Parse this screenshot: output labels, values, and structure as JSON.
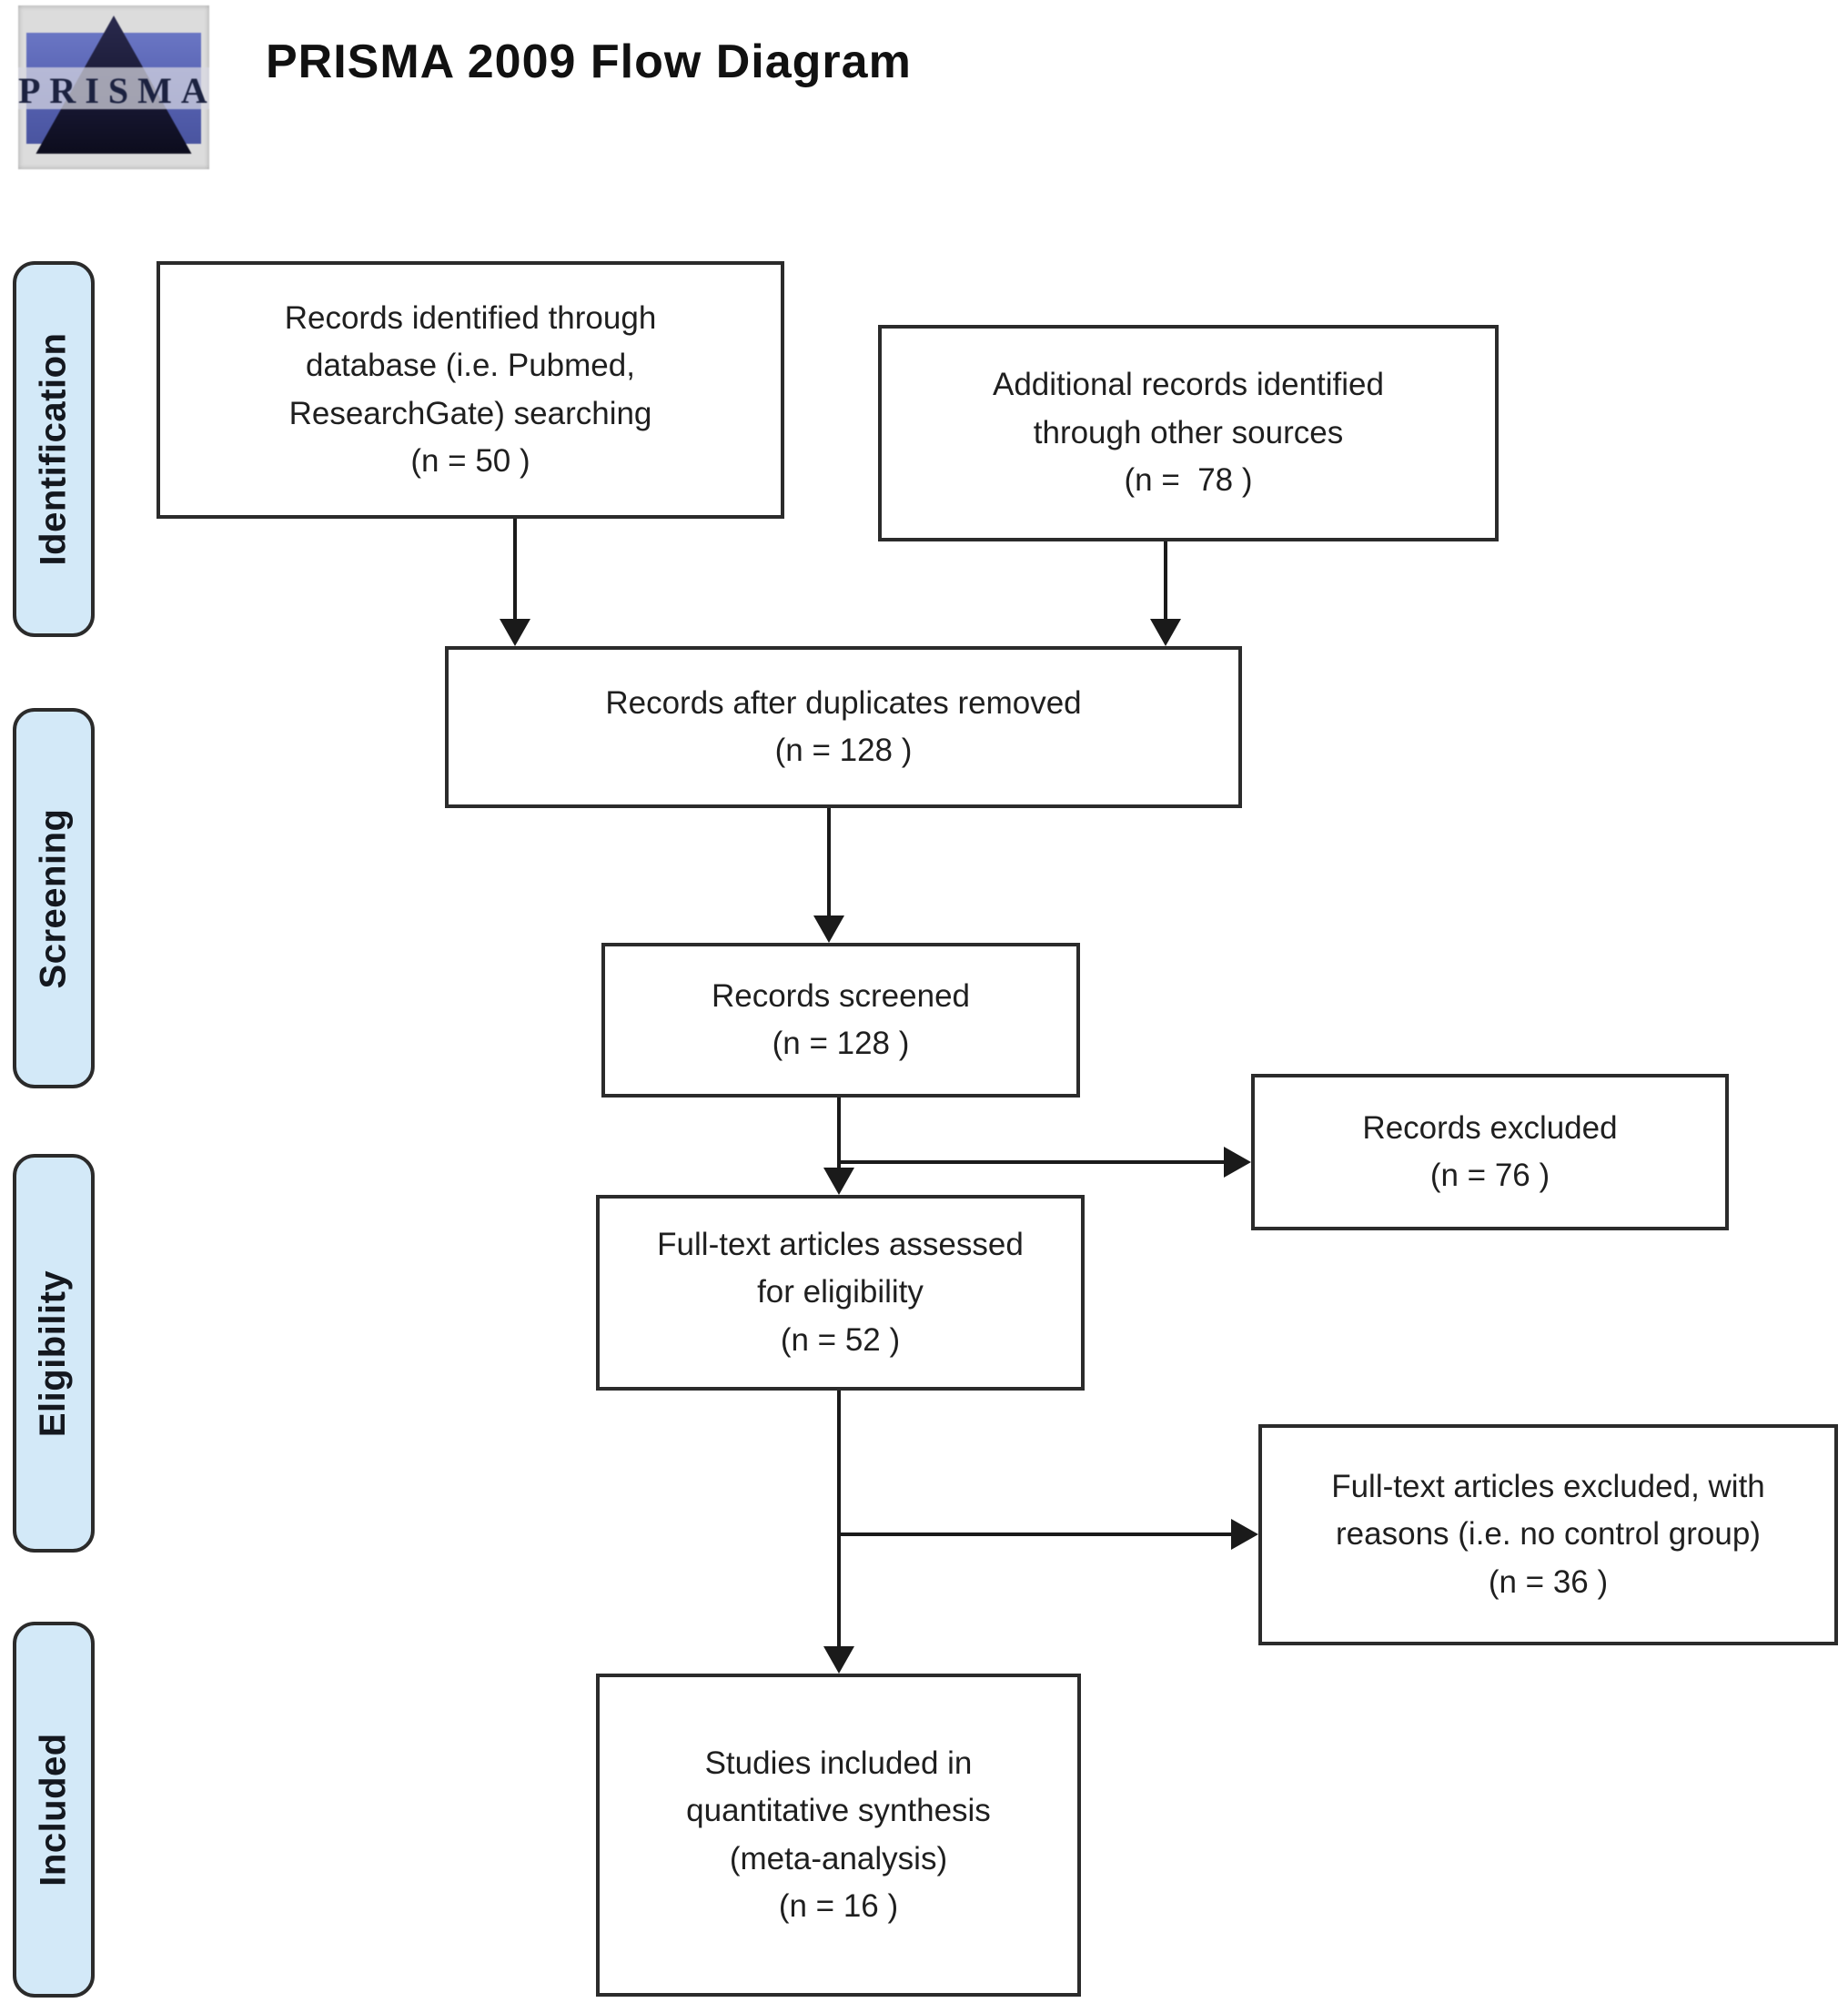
{
  "header": {
    "title": "PRISMA 2009 Flow Diagram",
    "logo_text": "PRISMA"
  },
  "stages": [
    {
      "id": "identification",
      "label": "Identification"
    },
    {
      "id": "screening",
      "label": "Screening"
    },
    {
      "id": "eligibility",
      "label": "Eligibility"
    },
    {
      "id": "included",
      "label": "Included"
    }
  ],
  "flow": {
    "boxes": [
      {
        "id": "records-identified",
        "n": 50,
        "text": "Records identified through\ndatabase (i.e. Pubmed,\nResearchGate) searching\n(n = 50 )"
      },
      {
        "id": "additional-records",
        "n": 78,
        "text": "Additional records identified\nthrough other sources\n(n =  78 )"
      },
      {
        "id": "duplicates-removed",
        "n": 128,
        "text": "Records after duplicates removed\n(n = 128 )"
      },
      {
        "id": "records-screened",
        "n": 128,
        "text": "Records screened\n(n = 128 )"
      },
      {
        "id": "records-excluded",
        "n": 76,
        "text": "Records excluded\n(n = 76 )"
      },
      {
        "id": "fulltext-assessed",
        "n": 52,
        "text": "Full-text articles assessed\nfor eligibility\n(n = 52 )"
      },
      {
        "id": "fulltext-excluded",
        "n": 36,
        "text": "Full-text articles excluded, with\nreasons (i.e. no control group)\n(n = 36 )"
      },
      {
        "id": "studies-included",
        "n": 16,
        "text": "Studies included in\nquantitative synthesis\n(meta-analysis)\n(n = 16 )"
      }
    ]
  },
  "colors": {
    "stage_fill": "#d3e9f8",
    "stage_border": "#2b2b2b",
    "box_border": "#2b2b2b",
    "arrow": "#1a1a1a",
    "logo_blue": "#5560b0",
    "logo_triangle": "#15152e",
    "title_text": "#111111"
  }
}
